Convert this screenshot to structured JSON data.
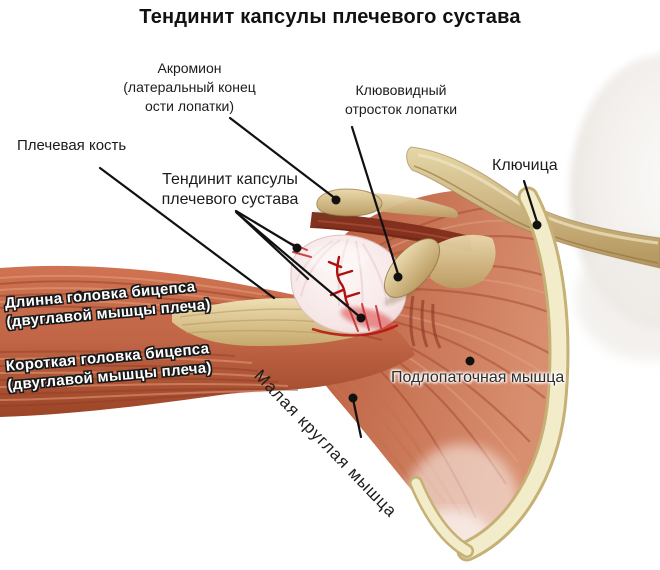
{
  "title": "Тендинит капсулы плечевого сустава",
  "labels": {
    "acromion": {
      "line1": "Акромион",
      "line2": "(латеральный конец",
      "line3": "ости лопатки)"
    },
    "coracoid": {
      "line1": "Клювовидный",
      "line2": "отросток лопатки"
    },
    "humerus": {
      "text": "Плечевая кость"
    },
    "tendinitis": {
      "line1": "Тендинит капсулы",
      "line2": "плечевого сустава"
    },
    "clavicle": {
      "text": "Ключица"
    },
    "biceps_long": {
      "line1": "Длинна головка бицепса",
      "line2": "(двуглавой мышцы плеча)"
    },
    "biceps_short": {
      "line1": "Короткая головка бицепса",
      "line2": "(двуглавой мышцы плеча)"
    },
    "teres_minor": {
      "text": "Малая круглая мышца"
    },
    "subscapularis": {
      "text": "Подлопаточная мышца"
    }
  },
  "colors": {
    "background": "#ffffff",
    "annotation_ink": "#111111",
    "muscle_red": "#c0664a",
    "muscle_dark": "#8e3c24",
    "muscle_light": "#e0a285",
    "bone_tan": "#d3bc88",
    "scapula_cream": "#f3ecca",
    "capsule_pink": "#f8ecec",
    "inflammation_red": "#bb1616",
    "soft_tissue_gray": "#e4dfd9"
  }
}
